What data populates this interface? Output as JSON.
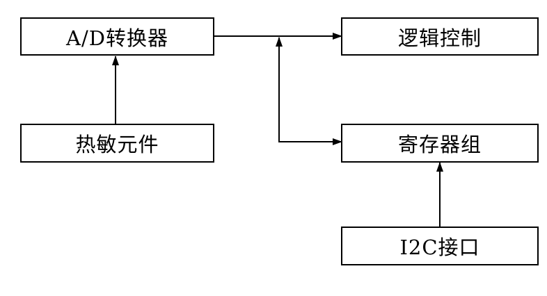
{
  "blocks": {
    "ad_converter": "A/D转换器",
    "thermistor": "热敏元件",
    "logic_control": "逻辑控制",
    "register_group": "寄存器组",
    "i2c_interface": "I2C接口"
  },
  "colors": {
    "stroke": "#000000",
    "fill": "#ffffff"
  }
}
